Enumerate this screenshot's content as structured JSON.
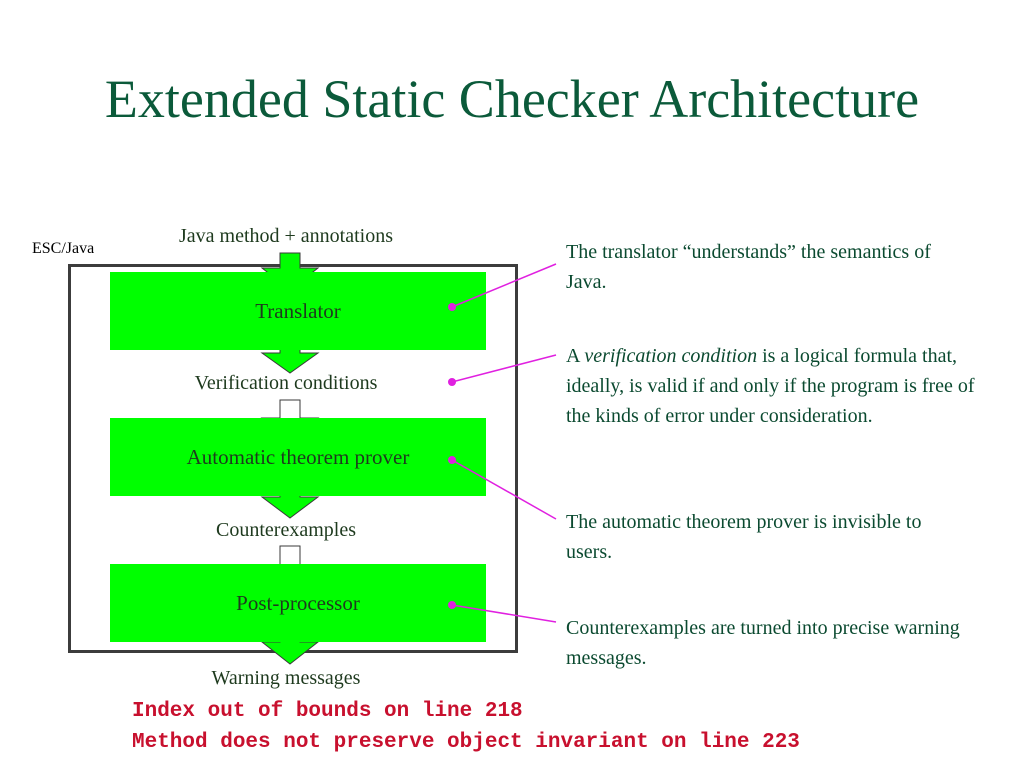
{
  "title": "Extended Static Checker Architecture",
  "esc_label": "ESC/Java",
  "flow": {
    "input": "Java method + annotations",
    "stages": [
      "Translator",
      "Automatic theorem prover",
      "Post-processor"
    ],
    "intermediates": [
      "Verification conditions",
      "Counterexamples"
    ],
    "output": "Warning messages"
  },
  "notes": [
    {
      "text": "The translator “understands” the semantics of Java."
    },
    {
      "prefix": "A ",
      "emph": "verification condition",
      "suffix": " is a logical formula that, ideally, is valid if and only if the program is free of the kinds of error under consideration."
    },
    {
      "text": "The automatic theorem prover is invisible to users."
    },
    {
      "text": "Counterexamples are turned into precise warning messages."
    }
  ],
  "warnings": [
    "Index out of bounds on line 218",
    "Method does not preserve object invariant on line 223"
  ],
  "colors": {
    "title": "#0b5a3a",
    "stage_fill": "#00ff00",
    "connector": "#e020e0",
    "warning_text": "#c8102e"
  }
}
